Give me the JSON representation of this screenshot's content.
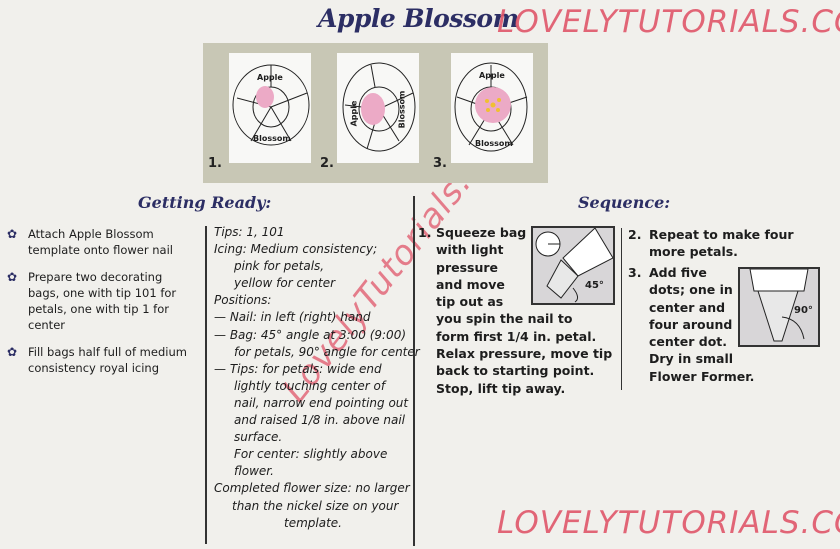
{
  "title": "Apple Blossom",
  "watermark": "LovelyTutorials.com",
  "watermark_top": "LOVELYTUTORIALS.COM",
  "photos": [
    {
      "number": "1.",
      "label_top": "Apple",
      "label_bottom": "Blossom"
    },
    {
      "number": "2.",
      "label_top": "Apple",
      "label_bottom": "Blossom"
    },
    {
      "number": "3.",
      "label_top": "Apple",
      "label_bottom": "Blossom"
    }
  ],
  "getting_ready": {
    "heading": "Getting Ready:",
    "bullets": [
      "Attach Apple Blossom template onto flower nail",
      "Prepare two decorating bags, one with tip 101 for petals, one with tip 1 for center",
      "Fill bags half full of medium consistency royal icing"
    ],
    "details": [
      "Tips: 1, 101",
      "Icing: Medium consistency;",
      "pink for petals,",
      "yellow for center",
      "Positions:",
      "— Nail: in left (right) hand",
      "— Bag: 45° angle at 3:00 (9:00)",
      "for petals, 90° angle for center",
      "— Tips: for petals: wide end",
      "lightly touching center of",
      "nail, narrow end pointing out",
      "and raised 1/8 in. above nail",
      "surface.",
      "For center: slightly above",
      "flower.",
      "Completed flower size: no larger",
      "than the nickel size on your",
      "template."
    ]
  },
  "sequence": {
    "heading": "Sequence:",
    "step1_num": "1.",
    "step1_lines": [
      "Squeeze bag",
      "with light",
      "pressure",
      "and move",
      "tip out as",
      "you spin the nail to",
      "form first 1/4 in. petal.",
      "Relax pressure, move tip",
      "back to starting point.",
      "Stop, lift tip away."
    ],
    "step1_angle": "45°",
    "step2_num": "2.",
    "step2_lines": [
      "Repeat to make four",
      "more petals."
    ],
    "step3_num": "3.",
    "step3_lines": [
      "Add five",
      "dots; one in",
      "center and",
      "four around",
      "center dot.",
      "Dry in small",
      "Flower Former."
    ],
    "step3_angle": "90°"
  }
}
